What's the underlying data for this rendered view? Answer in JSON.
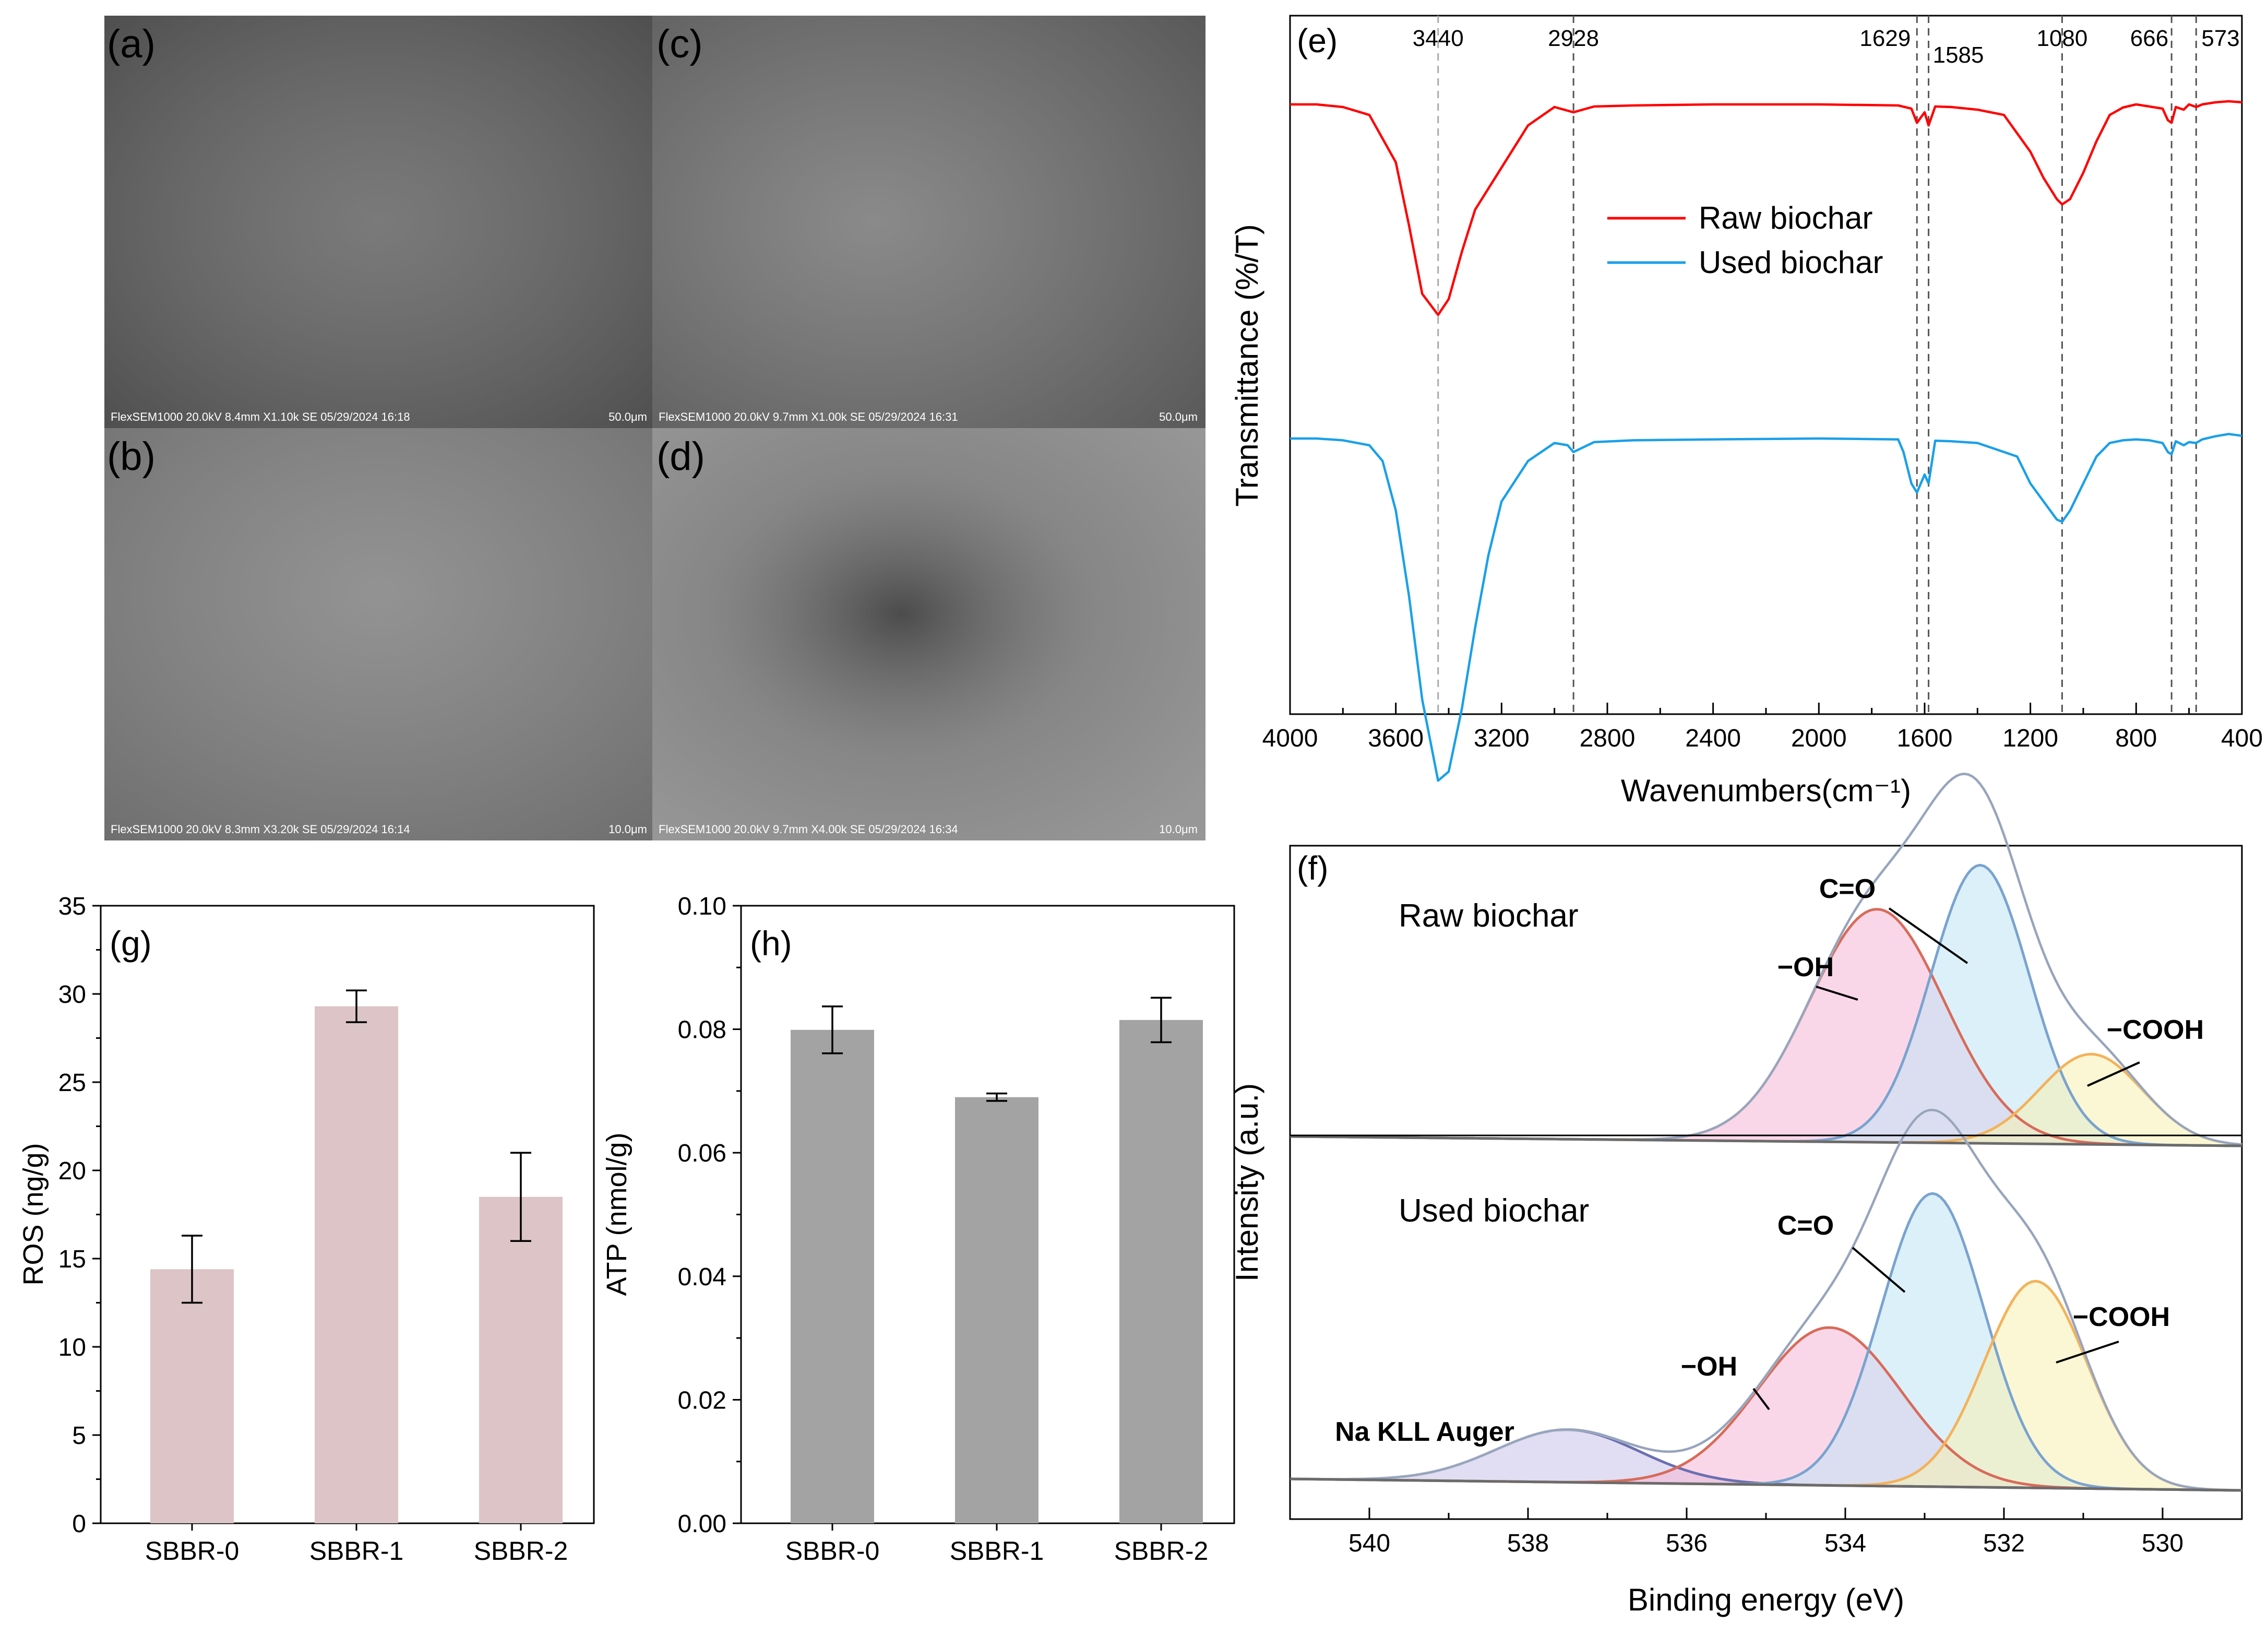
{
  "chart_data": [
    {
      "panel": "a",
      "type": "image",
      "panel_label": "(a)",
      "sem_info": "FlexSEM1000 20.0kV 8.4mm X1.10k SE 05/29/2024 16:18",
      "scale_label": "50.0μm"
    },
    {
      "panel": "b",
      "type": "image",
      "panel_label": "(b)",
      "sem_info": "FlexSEM1000 20.0kV 8.3mm X3.20k SE 05/29/2024 16:14",
      "scale_label": "10.0μm"
    },
    {
      "panel": "c",
      "type": "image",
      "panel_label": "(c)",
      "sem_info": "FlexSEM1000 20.0kV 9.7mm X1.00k SE 05/29/2024 16:31",
      "scale_label": "50.0μm"
    },
    {
      "panel": "d",
      "type": "image",
      "panel_label": "(d)",
      "sem_info": "FlexSEM1000 20.0kV 9.7mm X4.00k SE 05/29/2024 16:34",
      "scale_label": "10.0μm"
    },
    {
      "panel": "e",
      "type": "line",
      "panel_label": "(e)",
      "xlabel": "Wavenumbers(cm⁻¹)",
      "ylabel": "Transmittance (%/T)",
      "xlim": [
        4000,
        400
      ],
      "xticks": [
        4000,
        3600,
        3200,
        2800,
        2400,
        2000,
        1600,
        1200,
        800,
        400
      ],
      "marker_lines": [
        {
          "x": 3440,
          "label": "3440"
        },
        {
          "x": 2928,
          "label": "2928"
        },
        {
          "x": 1629,
          "label": "1629"
        },
        {
          "x": 1585,
          "label": "1585"
        },
        {
          "x": 1080,
          "label": "1080"
        },
        {
          "x": 666,
          "label": "666"
        },
        {
          "x": 573,
          "label": "573"
        }
      ],
      "legend": "center",
      "series": [
        {
          "name": "Raw biochar",
          "color": "#ff0000",
          "x": [
            4000,
            3900,
            3800,
            3700,
            3600,
            3550,
            3500,
            3440,
            3400,
            3350,
            3300,
            3200,
            3100,
            3000,
            2928,
            2850,
            2700,
            2400,
            2000,
            1700,
            1650,
            1629,
            1600,
            1585,
            1560,
            1500,
            1400,
            1300,
            1200,
            1150,
            1100,
            1080,
            1050,
            1000,
            950,
            900,
            850,
            800,
            750,
            700,
            680,
            666,
            650,
            620,
            600,
            573,
            550,
            500,
            450,
            400
          ],
          "y": [
            100,
            100,
            99.5,
            98,
            89,
            77,
            64,
            60,
            63,
            72,
            80,
            88,
            96,
            99.5,
            98.5,
            99.6,
            99.8,
            100,
            100,
            99.8,
            99.2,
            96.5,
            98.5,
            96,
            99.6,
            99.5,
            99,
            98,
            91,
            86,
            82,
            81,
            82,
            87,
            93,
            98,
            99.4,
            100,
            99.6,
            99.2,
            97,
            96.5,
            99.5,
            99,
            100,
            99.5,
            100,
            100.4,
            100.6,
            100.4
          ]
        },
        {
          "name": "Used biochar",
          "color": "#1aa0e8",
          "x": [
            4000,
            3900,
            3800,
            3700,
            3650,
            3600,
            3550,
            3500,
            3440,
            3400,
            3350,
            3300,
            3250,
            3200,
            3100,
            3000,
            2950,
            2928,
            2850,
            2700,
            2400,
            2000,
            1700,
            1680,
            1650,
            1629,
            1600,
            1585,
            1560,
            1500,
            1400,
            1300,
            1250,
            1200,
            1150,
            1100,
            1080,
            1050,
            1000,
            950,
            900,
            850,
            800,
            750,
            700,
            680,
            666,
            650,
            620,
            600,
            573,
            550,
            500,
            450,
            400
          ],
          "y": [
            100,
            100,
            99.6,
            98.5,
            95,
            84,
            65,
            42,
            24,
            26,
            40,
            58,
            74,
            86,
            95,
            99,
            98.5,
            97,
            99.2,
            99.6,
            99.8,
            100,
            99.8,
            97,
            90,
            88,
            92,
            90,
            99.5,
            99.4,
            99,
            97,
            96,
            90,
            86,
            82,
            81.5,
            84,
            90,
            96,
            99,
            99.6,
            99.8,
            99.6,
            99,
            97,
            96.5,
            99.4,
            98.5,
            99.2,
            99,
            99.8,
            100.5,
            101,
            100.6
          ]
        }
      ]
    },
    {
      "panel": "f",
      "type": "line",
      "panel_label": "(f)",
      "xlabel": "Binding energy (eV)",
      "ylabel": "Intensity (a.u.)",
      "xlim": [
        541,
        529
      ],
      "xticks": [
        540,
        538,
        536,
        534,
        532,
        530
      ],
      "subplots": [
        {
          "title": "Raw biochar",
          "peaks": [
            {
              "label": "−OH",
              "center": 533.6,
              "height": 0.62,
              "width": 0.85,
              "line_color": "#d86b5a",
              "fill_color": "#f6b6d6"
            },
            {
              "label": "C=O",
              "center": 532.3,
              "height": 0.74,
              "width": 0.62,
              "line_color": "#7aa3cf",
              "fill_color": "#bfe4f6"
            },
            {
              "label": "−COOH",
              "center": 530.9,
              "height": 0.24,
              "width": 0.65,
              "line_color": "#f3b25a",
              "fill_color": "#f7f0b0"
            }
          ]
        },
        {
          "title": "Used biochar",
          "peaks": [
            {
              "label": "Na KLL Auger",
              "center": 537.5,
              "height": 0.14,
              "width": 0.9,
              "line_color": "#6a6fb0",
              "fill_color": "#c9c3ea"
            },
            {
              "label": "−OH",
              "center": 534.2,
              "height": 0.42,
              "width": 0.9,
              "line_color": "#d86b5a",
              "fill_color": "#f6b6d6"
            },
            {
              "label": "C=O",
              "center": 532.9,
              "height": 0.78,
              "width": 0.65,
              "line_color": "#7aa3cf",
              "fill_color": "#bfe4f6"
            },
            {
              "label": "−COOH",
              "center": 531.6,
              "height": 0.55,
              "width": 0.65,
              "line_color": "#f3b25a",
              "fill_color": "#f7f0b0"
            }
          ]
        }
      ]
    },
    {
      "panel": "g",
      "type": "bar",
      "panel_label": "(g)",
      "categories": [
        "SBBR-0",
        "SBBR-1",
        "SBBR-2"
      ],
      "values": [
        14.4,
        29.3,
        18.5
      ],
      "errors": [
        1.9,
        0.9,
        2.5
      ],
      "ylabel": "ROS (ng/g)",
      "ylim": [
        0,
        35
      ],
      "yticks": [
        0,
        5,
        10,
        15,
        20,
        25,
        30,
        35
      ],
      "bar_color": "#dcc4c7"
    },
    {
      "panel": "h",
      "type": "bar",
      "panel_label": "(h)",
      "categories": [
        "SBBR-0",
        "SBBR-1",
        "SBBR-2"
      ],
      "values": [
        0.0799,
        0.069,
        0.0815
      ],
      "errors": [
        0.0038,
        0.0006,
        0.0036
      ],
      "ylabel": "ATP (nmol/g)",
      "ylim": [
        0,
        0.1
      ],
      "yticks": [
        "0.00",
        "0.02",
        "0.04",
        "0.06",
        "0.08",
        "0.10"
      ],
      "bar_color": "#a3a3a3"
    }
  ]
}
